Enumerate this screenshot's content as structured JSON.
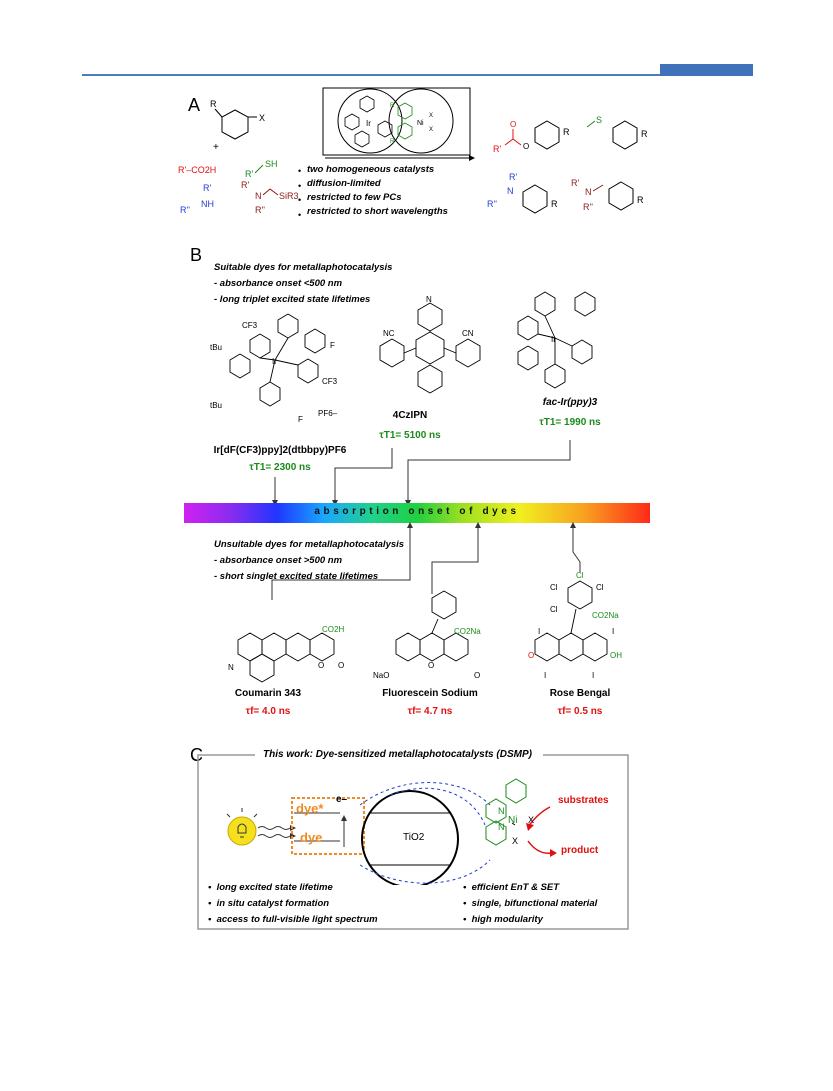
{
  "panels": {
    "a": "A",
    "b": "B",
    "c": "C"
  },
  "panel_a": {
    "reagents": {
      "aryl_r": "R",
      "aryl_x": "X",
      "plus": "+",
      "acid": "R'–CO2H",
      "thiol_r": "R'",
      "thiol_sh": "SH",
      "amine_r1": "R'",
      "amine_nh": "NH",
      "amine_r2": "R''",
      "silyl_r1": "R'",
      "silyl_n": "N",
      "silyl_si": "SiR3",
      "silyl_r2": "R''"
    },
    "catalyst_labels": {
      "ir": "Ir",
      "ni": "Ni",
      "x1": "X",
      "x2": "X",
      "r1": "R",
      "r2": "R"
    },
    "conditions": [
      "two homogeneous catalysts",
      "diffusion-limited",
      "restricted to few PCs",
      "restricted to short wavelengths"
    ],
    "products": {
      "ester_r": "R'",
      "ester_o": "O",
      "ester_ring_r": "R",
      "thio_s": "S",
      "thio_r": "R",
      "aniline_r1": "R'",
      "aniline_n": "N",
      "aniline_r2": "R''",
      "aniline_r": "R",
      "benzyl_r1": "R'",
      "benzyl_n": "N",
      "benzyl_r2": "R''",
      "benzyl_r": "R"
    }
  },
  "panel_b": {
    "suitable_title": "Suitable dyes for metallaphotocatalysis",
    "suitable_points": [
      "- absorbance onset <500 nm",
      "- long triplet excited state lifetimes"
    ],
    "unsuitable_title": "Unsuitable dyes for metallaphotocatalysis",
    "unsuitable_points": [
      "- absorbance onset >500 nm",
      "- short singlet excited state lifetimes"
    ],
    "spectrum_label": "absorption onset of dyes",
    "dyes_top": [
      {
        "name": "Ir[dF(CF3)ppy]2(dtbbpy)PF6",
        "tau": "τT1= 2300 ns"
      },
      {
        "name": "4CzIPN",
        "tau": "τT1= 5100 ns"
      },
      {
        "name": "fac-Ir(ppy)3",
        "tau": "τT1= 1990 ns"
      }
    ],
    "dyes_bottom": [
      {
        "name": "Coumarin 343",
        "tau": "τf= 4.0 ns"
      },
      {
        "name": "Fluorescein Sodium",
        "tau": "τf= 4.7 ns"
      },
      {
        "name": "Rose Bengal",
        "tau": "τf= 0.5 ns"
      }
    ],
    "struct_labels": {
      "cf3": "CF3",
      "tbu": "tBu",
      "f": "F",
      "ir": "Ir",
      "n": "N",
      "pf6": "PF6–",
      "nc": "NC",
      "cn": "CN",
      "co2h": "CO2H",
      "o": "O",
      "co2na": "CO2Na",
      "nao": "NaO",
      "cl": "Cl",
      "i": "I",
      "oh": "OH"
    },
    "colors": {
      "green": "#1a8a1a",
      "red": "#e01010"
    }
  },
  "panel_c": {
    "title": "This work: Dye-sensitized metallaphotocatalysts (DSMP)",
    "dye_excited": "dye*",
    "dye_ground": "dye",
    "electron": "e–",
    "tio2": "TiO2",
    "substrates": "substrates",
    "product": "product",
    "ni_labels": {
      "ni": "Ni",
      "x1": "X",
      "x2": "X",
      "n1": "N",
      "n2": "N"
    },
    "left_points": [
      "long excited state lifetime",
      "in situ catalyst formation",
      "access to full-visible light spectrum"
    ],
    "right_points": [
      "efficient EnT & SET",
      "single, bifunctional material",
      "high modularity"
    ],
    "colors": {
      "orange": "#f08a24",
      "blue": "#1f3fd0",
      "green": "#1a8a1a",
      "red": "#e01010"
    }
  }
}
